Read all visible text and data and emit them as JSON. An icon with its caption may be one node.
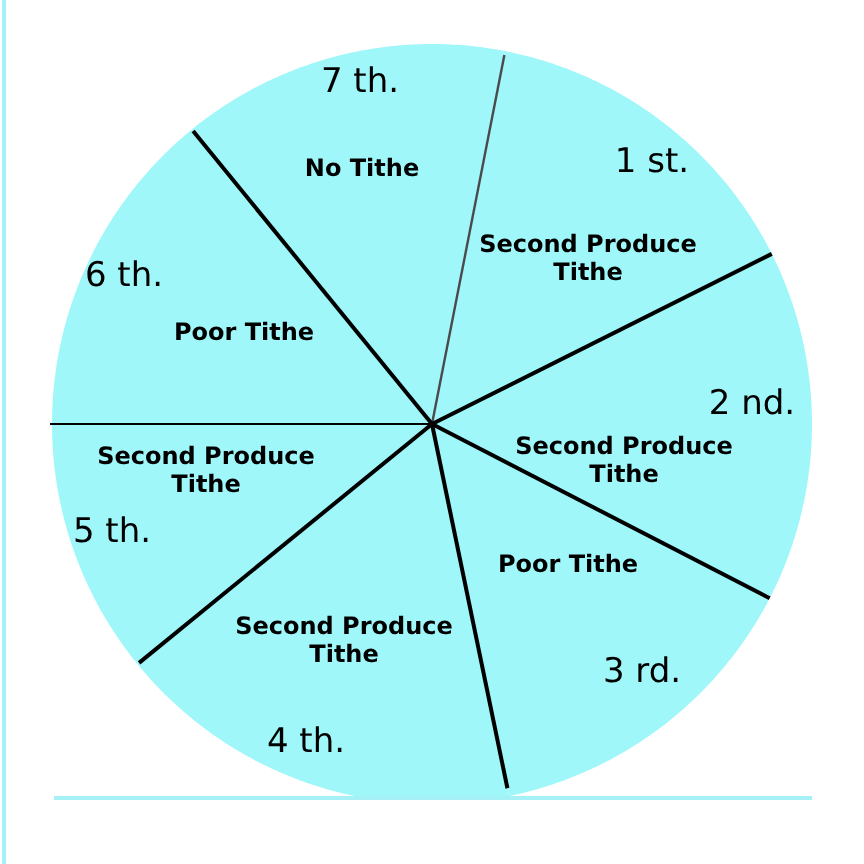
{
  "diagram": {
    "nodes": [
      {
        "text": [
          "1 st.",
          "Second Produce Tithe"
        ]
      },
      {
        "text": [
          "2 nd.",
          "Second Produce Tithe"
        ]
      },
      {
        "text": [
          "Poor Tithe",
          "3 rd."
        ]
      },
      {
        "text": [
          "Second Produce Tithe",
          "4 th."
        ]
      },
      {
        "text": [
          "Second Produce Tithe",
          "5 th."
        ]
      },
      {
        "text": [
          "6 th.",
          "Poor Tithe"
        ]
      },
      {
        "text": [
          "7 th.",
          "No Tithe"
        ]
      }
    ]
  }
}
